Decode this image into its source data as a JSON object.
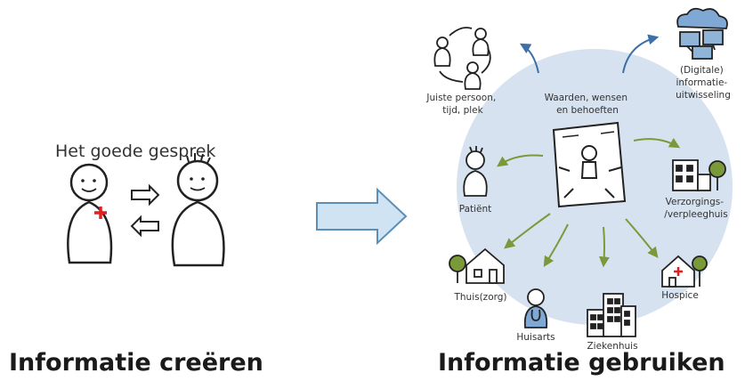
{
  "left": {
    "title": "Het goede gesprek",
    "caption": "Informatie creëren"
  },
  "right": {
    "caption": "Informatie gebruiken",
    "center_label": [
      "Waarden, wensen",
      "en behoeften"
    ],
    "nodes": {
      "right_person_time_place": [
        "Juiste persoon,",
        "tijd, plek"
      ],
      "digital_exchange": [
        "(Digitale)",
        "informatie-",
        "uitwisseling"
      ],
      "patient": "Patiënt",
      "care_home": [
        "Verzorgings-",
        "/verpleeghuis"
      ],
      "home_care": "Thuis(zorg)",
      "gp": "Huisarts",
      "hospital": "Ziekenhuis",
      "hospice": "Hospice"
    }
  },
  "colors": {
    "circle_bg": "#d6e2f0",
    "green_arrow": "#7a9a3a",
    "blue_arrow": "#3d6fa8",
    "big_arrow_fill": "#cfe3f2",
    "big_arrow_stroke": "#5a8fb8",
    "red_cross": "#e02020"
  }
}
